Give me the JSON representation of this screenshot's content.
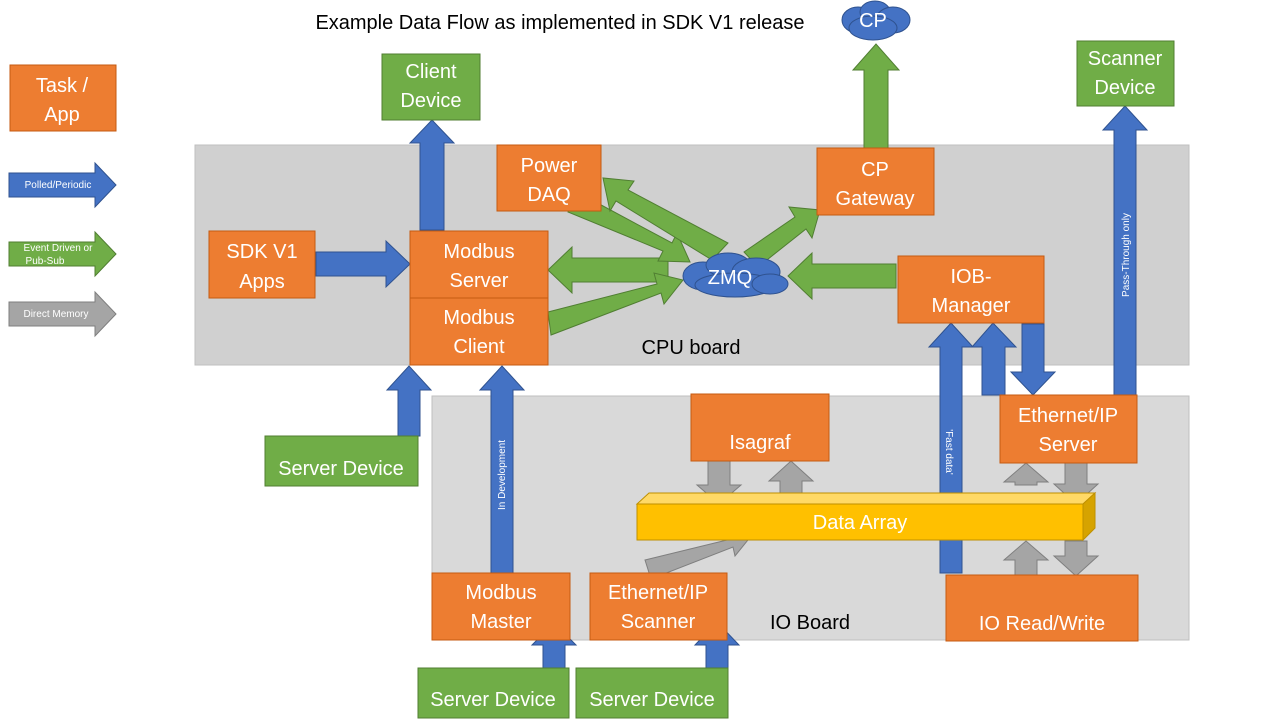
{
  "title": "Example Data Flow as implemented in SDK V1 release",
  "colors": {
    "task": "#ED7D31",
    "green_box": "#70AD47",
    "blue_arrow": "#4472C4",
    "green_arrow": "#70AD47",
    "gray_arrow": "#A5A5A5",
    "board": "#D0D0D0",
    "data_array": "#FFC000",
    "cloud": "#4472C4"
  },
  "legend": {
    "task_app": [
      "Task /",
      "App"
    ],
    "polled": "Polled/Periodic",
    "event": [
      "Event Driven or",
      "Pub-Sub"
    ],
    "direct_memory": "Direct Memory"
  },
  "boards": {
    "cpu": "CPU board",
    "io": "IO Board"
  },
  "clouds": {
    "cp": "CP",
    "zmq": "ZMQ"
  },
  "nodes": {
    "client_device": [
      "Client",
      "Device"
    ],
    "scanner_device": [
      "Scanner",
      "Device"
    ],
    "power_daq": [
      "Power",
      "DAQ"
    ],
    "cp_gateway": [
      "CP",
      "Gateway"
    ],
    "sdk_apps": [
      "SDK V1",
      "Apps"
    ],
    "modbus_server": [
      "Modbus",
      "Server"
    ],
    "modbus_client": [
      "Modbus",
      "Client"
    ],
    "iob_manager": [
      "IOB-",
      "Manager"
    ],
    "server_device_cpu": "Server Device",
    "isagraf": "Isagraf",
    "ethernet_ip_server": [
      "Ethernet/IP",
      "Server"
    ],
    "data_array": "Data Array",
    "modbus_master": [
      "Modbus",
      "Master"
    ],
    "ethernet_ip_scanner": [
      "Ethernet/IP",
      "Scanner"
    ],
    "io_read_write": "IO Read/Write",
    "server_device_1": "Server Device",
    "server_device_2": "Server Device"
  },
  "annotations": {
    "in_development": "In Development",
    "fast_data": "'Fast data'",
    "pass_through": "Pass-Through only"
  }
}
